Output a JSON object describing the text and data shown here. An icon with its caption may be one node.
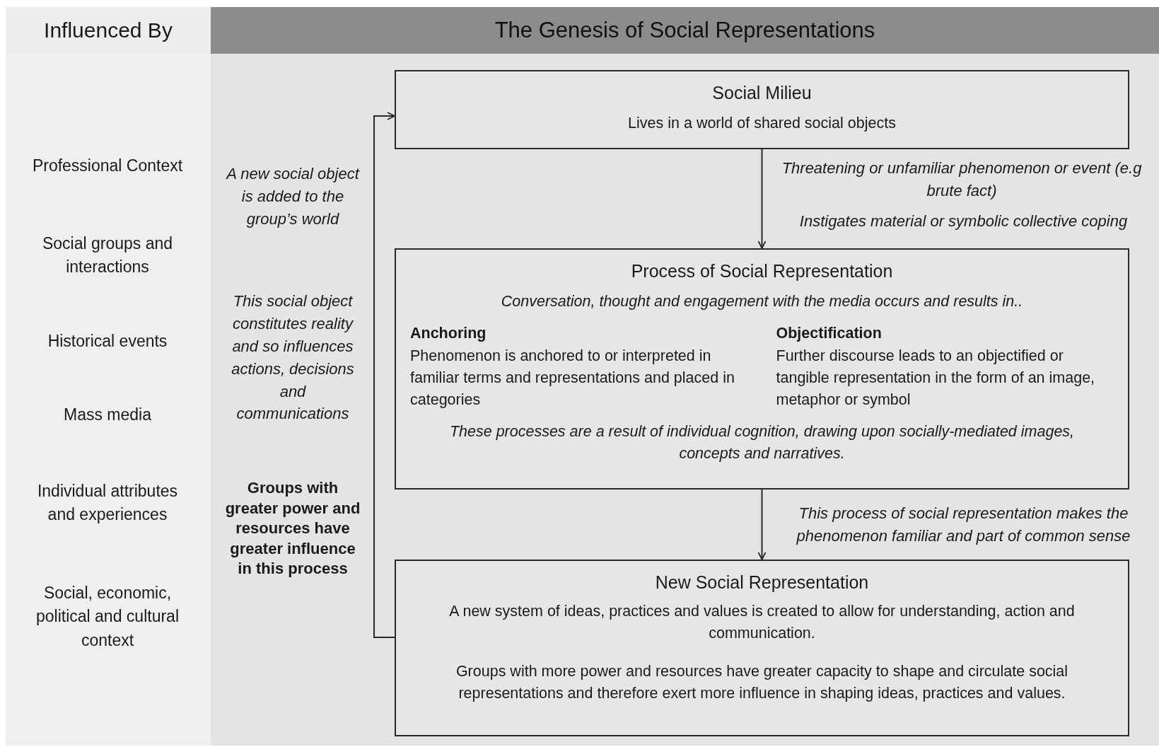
{
  "diagram": {
    "title": "The Genesis of Social Representations",
    "nodes": [
      {
        "text": [
          "Social Milieu",
          "Lives in a world of shared social objects"
        ]
      },
      {
        "text": [
          "Process of Social Representation",
          "Conversation, thought and engagement with the media occurs and results in..",
          "Anchoring",
          "Phenomenon is anchored to or interpreted in familiar terms and representations and placed in categories",
          "Objectification",
          "Further discourse leads to an objectified or tangible representation in the form of an image, metaphor or symbol",
          "These processes are a result of individual cognition, drawing upon socially-mediated images, concepts and narratives."
        ]
      },
      {
        "text": [
          "New Social Representation",
          "A new system of ideas, practices and values is created to allow for understanding, action and communication.",
          "Groups with more power and resources have greater capacity to shape and circulate social representations and therefore exert more influence in shaping ideas, practices and values."
        ]
      }
    ],
    "edges": [
      {
        "from": 0,
        "to": 1,
        "arrow": "to",
        "label": "Threatening or unfamiliar phenomenon or event (e.g brute fact)"
      },
      {
        "from": 1,
        "to": 2,
        "arrow": "to",
        "label": "This process of social representation makes the phenomenon familiar and part of common sense"
      },
      {
        "from": 2,
        "to": 0,
        "arrow": "to",
        "label": "A new social object is added to the group’s world"
      }
    ],
    "labels": [
      "Influenced By",
      "Professional Context",
      "Social groups and interactions",
      "Historical events",
      "Mass media",
      "Individual attributes and experiences",
      "Social, economic, political and cultural context",
      "Instigates material or symbolic collective coping",
      "This social object constitutes reality and so influences actions, decisions and communications",
      "Groups with greater power and resources have greater influence in this process"
    ]
  }
}
